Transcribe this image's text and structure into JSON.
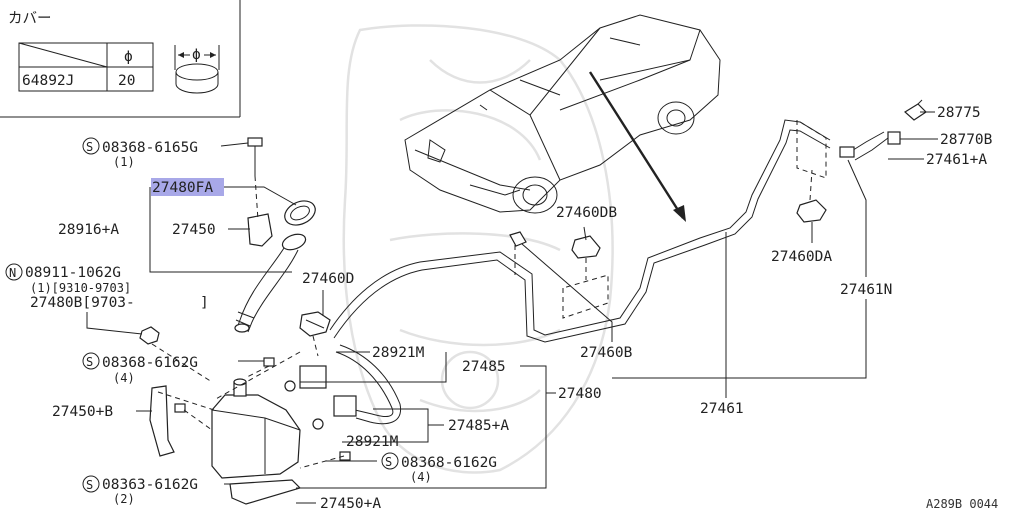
{
  "title_cover": "カバー",
  "cover_table": {
    "phi_header": "ϕ",
    "part_no": "64892J",
    "value": "20",
    "dim_symbol": "ϕ"
  },
  "labels": {
    "s_08368_6165G": "08368-6165G",
    "s_08368_6165G_qty": "(1)",
    "p_27480FA": "27480FA",
    "p_28916A": "28916+A",
    "p_27450": "27450",
    "n_08911_1062G": "08911-1062G",
    "n_08911_line2": "(1)[9310-9703]",
    "p_27480B": "27480B[9703-",
    "p_27480B_close": "]",
    "p_27460D": "27460D",
    "s_08368_6162G_a": "08368-6162G",
    "s_08368_6162G_a_qty": "(4)",
    "p_28921M_a": "28921M",
    "p_27485": "27485",
    "p_27480": "27480",
    "p_27450B": "27450+B",
    "p_27485A": "27485+A",
    "p_28921M_b": "28921M",
    "s_08368_6162G_b": "08368-6162G",
    "s_08368_6162G_b_qty": "(4)",
    "s_08363_6162G": "08363-6162G",
    "s_08363_6162G_qty": "(2)",
    "p_27450A": "27450+A",
    "p_27460DB": "27460DB",
    "p_27460B": "27460B",
    "p_27461": "27461",
    "p_27461N": "27461N",
    "p_27460DA": "27460DA",
    "p_28775": "28775",
    "p_28770B": "28770B",
    "p_27461A": "27461+A",
    "s_marker": "S",
    "n_marker": "N",
    "ref_code": "A289B 0044"
  },
  "colors": {
    "highlight": "#a8a8e8",
    "line": "#222222",
    "watermark": "#e2e2e2"
  }
}
